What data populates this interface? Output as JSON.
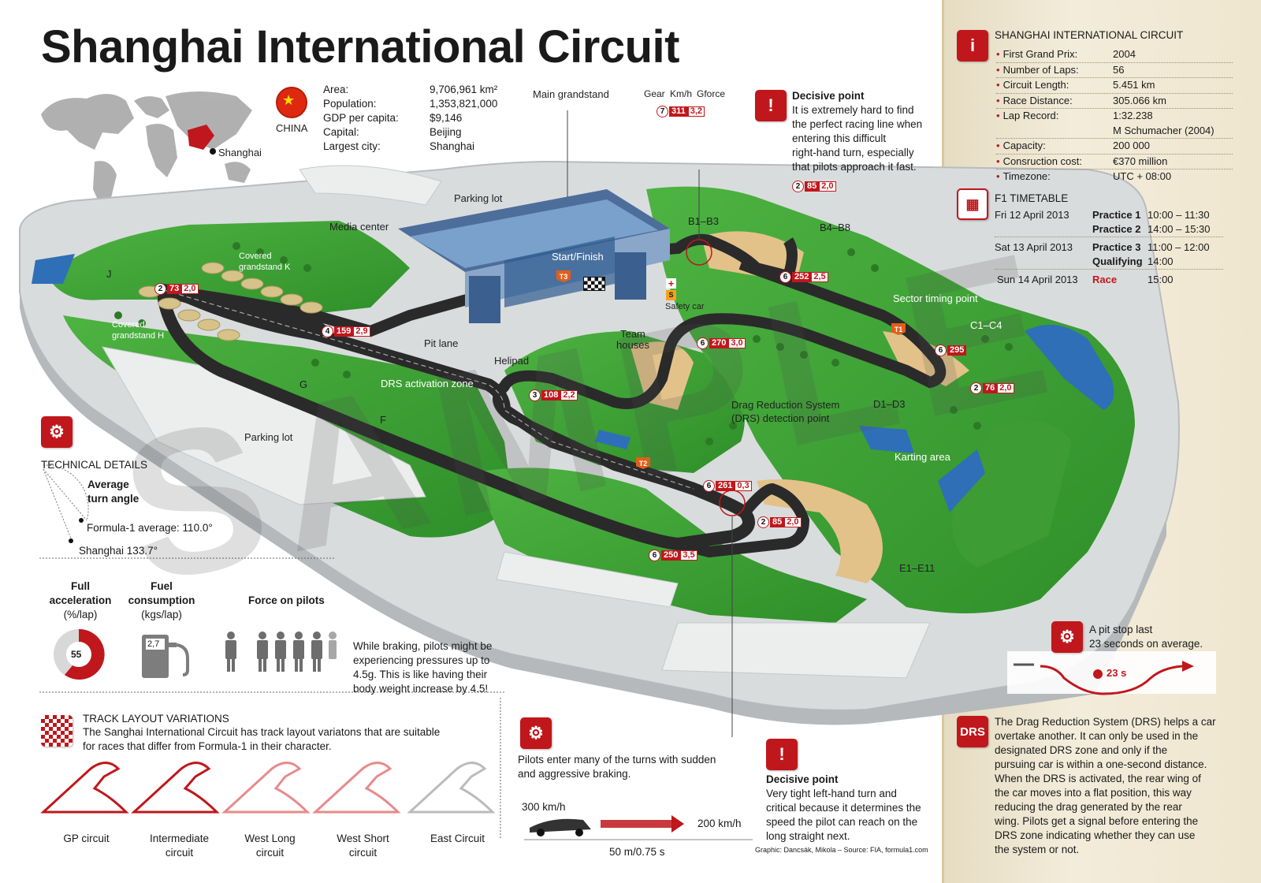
{
  "title": "Shanghai International Circuit",
  "country": {
    "name": "CHINA",
    "city_marker": "Shanghai",
    "rows": [
      {
        "label": "Area:",
        "value": "9,706,961 km²"
      },
      {
        "label": "Population:",
        "value": "1,353,821,000"
      },
      {
        "label": "GDP per capita:",
        "value": "$9,146"
      },
      {
        "label": "Capital:",
        "value": "Beijing"
      },
      {
        "label": "Largest city:",
        "value": "Shanghai"
      }
    ]
  },
  "map_labels": {
    "main_grandstand": "Main grandstand",
    "parking_lot_top": "Parking lot",
    "media_center": "Media center",
    "covered_k": "Covered grandstand K",
    "covered_h": "Covered grandstand H",
    "start_finish": "Start/Finish",
    "safety_car": "Safety car",
    "team_houses": "Team houses",
    "pit_lane": "Pit lane",
    "helipad": "Helipad",
    "drs_activation": "DRS activation zone",
    "parking_lot_left": "Parking lot",
    "drs_detection": "Drag Reduction System (DRS) detection point",
    "sector_timing": "Sector timing point",
    "karting": "Karting area",
    "j": "J",
    "g": "G",
    "f": "F",
    "b1b3": "B1–B3",
    "b4b8": "B4–B8",
    "c1c4": "C1–C4",
    "d1d3": "D1–D3",
    "e1e11": "E1–E11",
    "t1": "T1",
    "t2": "T2",
    "t3": "T3",
    "s": "S"
  },
  "speed_legend": {
    "gear": "Gear",
    "kmh": "Km/h",
    "gforce": "Gforce"
  },
  "badges": [
    {
      "gear": "7",
      "speed": "311",
      "g": "3,2"
    },
    {
      "gear": "2",
      "speed": "85",
      "g": "2,0"
    },
    {
      "gear": "6",
      "speed": "252",
      "g": "2,5"
    },
    {
      "gear": "2",
      "speed": "73",
      "g": "2,0"
    },
    {
      "gear": "4",
      "speed": "159",
      "g": "2,9"
    },
    {
      "gear": "6",
      "speed": "270",
      "g": "3,0"
    },
    {
      "gear": "6",
      "speed": "295",
      "g": ""
    },
    {
      "gear": "2",
      "speed": "76",
      "g": "2,0"
    },
    {
      "gear": "3",
      "speed": "108",
      "g": "2,2"
    },
    {
      "gear": "6",
      "speed": "261",
      "g": "0,3"
    },
    {
      "gear": "2",
      "speed": "85",
      "g": "2,0"
    },
    {
      "gear": "6",
      "speed": "250",
      "g": "3,5"
    }
  ],
  "decisive_top": {
    "title": "Decisive point",
    "lines": [
      "It is extremely hard to find",
      "the perfect racing line when",
      "entering this difficult",
      "right-hand turn, especially",
      "that pilots approach it fast."
    ]
  },
  "decisive_bottom": {
    "title": "Decisive point",
    "lines": [
      "Very tight left-hand turn and",
      "critical because it determines the",
      "speed the pilot can reach on the",
      "long straight next."
    ]
  },
  "technical": {
    "heading": "TECHNICAL DETAILS",
    "avg_label_1": "Average",
    "avg_label_2": "turn angle",
    "f1_avg": "Formula-1 average: 110.0°",
    "shanghai": "Shanghai 133.7°",
    "full_acc": [
      "Full",
      "acceleration",
      "(%/lap)"
    ],
    "fuel": [
      "Fuel",
      "consumption",
      "(kgs/lap)"
    ],
    "force": "Force on pilots",
    "acc_value": "55",
    "acc_fraction": 0.55,
    "fuel_value": "2,7",
    "force_text": [
      "While braking, pilots might be",
      "experiencing pressures up to",
      "4.5g. This is like having their",
      "body weight increase by 4.5!"
    ]
  },
  "layouts": {
    "heading": "TRACK LAYOUT VARIATIONS",
    "desc": [
      "The Sanghai International Circuit has track layout variatons that are suitable",
      "for races that differ from Formula-1 in their character."
    ],
    "items": [
      {
        "l1": "GP circuit",
        "l2": ""
      },
      {
        "l1": "Intermediate",
        "l2": "circuit"
      },
      {
        "l1": "West Long",
        "l2": "circuit"
      },
      {
        "l1": "West Short",
        "l2": "circuit"
      },
      {
        "l1": "East Circuit",
        "l2": ""
      }
    ]
  },
  "braking": {
    "text": [
      "Pilots enter many of the turns with sudden",
      "and aggressive braking."
    ],
    "from": "300 km/h",
    "to": "200 km/h",
    "dist": "50 m/0.75 s"
  },
  "credit": "Graphic: Dancsák, Mikola – Source: FIA, formula1.com",
  "facts": {
    "heading": "SHANGHAI INTERNATIONAL CIRCUIT",
    "rows": [
      {
        "k": "First Grand Prix:",
        "v": "2004"
      },
      {
        "k": "Number of Laps:",
        "v": "56"
      },
      {
        "k": "Circuit Length:",
        "v": "5.451 km"
      },
      {
        "k": "Race Distance:",
        "v": "305.066 km"
      },
      {
        "k": "Lap Record:",
        "v": "1:32.238"
      },
      {
        "k": "",
        "v": "M Schumacher (2004)"
      },
      {
        "k": "Capacity:",
        "v": "200 000"
      },
      {
        "k": "Consruction cost:",
        "v": "€370 million"
      },
      {
        "k": "Timezone:",
        "v": "UTC + 08:00"
      }
    ]
  },
  "timetable": {
    "heading": "F1 TIMETABLE",
    "fri": "Fri 12 April 2013",
    "p1": "Practice 1",
    "p1t": "10:00 – 11:30",
    "p2": "Practice 2",
    "p2t": "14:00 – 15:30",
    "sat": "Sat 13 April 2013",
    "p3": "Practice 3",
    "p3t": "11:00 – 12:00",
    "q": "Qualifying",
    "qt": "14:00",
    "sun": "Sun 14 April 2013",
    "race": "Race",
    "racet": "15:00"
  },
  "pitstop": {
    "text": [
      "A pit stop last",
      "23 seconds on average."
    ],
    "time": "23 s"
  },
  "drs": {
    "badge": "DRS",
    "text": [
      "The Drag Reduction System (DRS) helps a car",
      "overtake another. It can only be used in the",
      "designated DRS zone and only if the",
      "pursuing car is within a one-second distance.",
      "When the DRS is activated, the rear wing of",
      "the car moves into a flat position, this way",
      "reducing the drag generated by the rear",
      "wing. Pilots get a signal before entering the",
      "DRS zone indicating whether they can use",
      "the system or not."
    ]
  },
  "watermark": "SAMPLE",
  "colors": {
    "accent": "#c0171c",
    "grass": "#3fa535",
    "sand": "#e3c28a",
    "water": "#2f6fb7"
  }
}
